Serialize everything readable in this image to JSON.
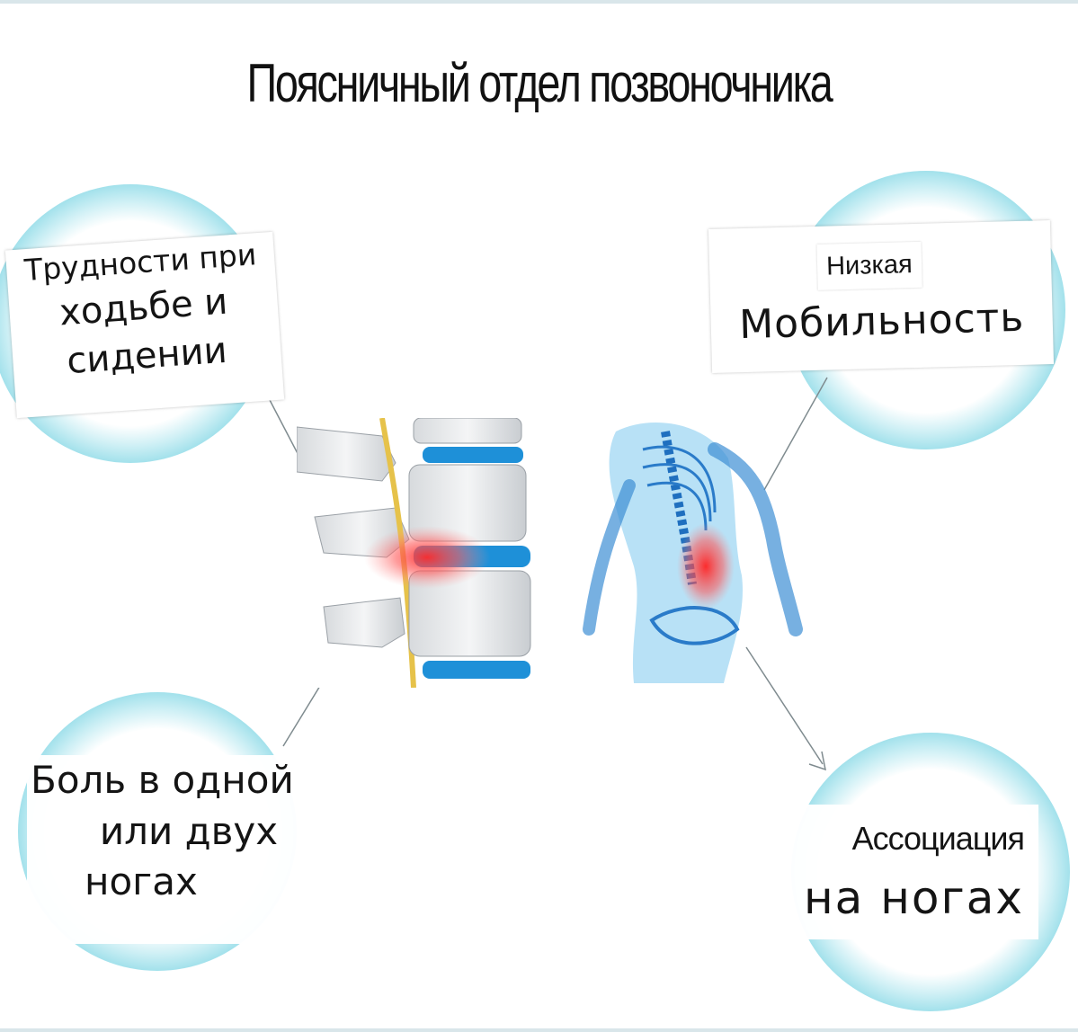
{
  "title": "Поясничный отдел позвоночника",
  "callouts": {
    "top_left": {
      "line1": "Трудности при",
      "line2": "ходьбе и",
      "line3": "сидении"
    },
    "top_right": {
      "line1": "Низкая",
      "line2": "Мобильность"
    },
    "bottom_left": {
      "line1": "Боль в одной",
      "line2": "или двух",
      "line3": "ногах"
    },
    "bottom_right": {
      "line1": "Ассоциация",
      "line2": "на ногах"
    }
  },
  "colors": {
    "circle_blue": "#4fc2d9",
    "disc_blue": "#1e90d8",
    "pain_red": "#e8322f",
    "bone": "#e9ecef",
    "skeleton_blue": "#2d86d6"
  }
}
